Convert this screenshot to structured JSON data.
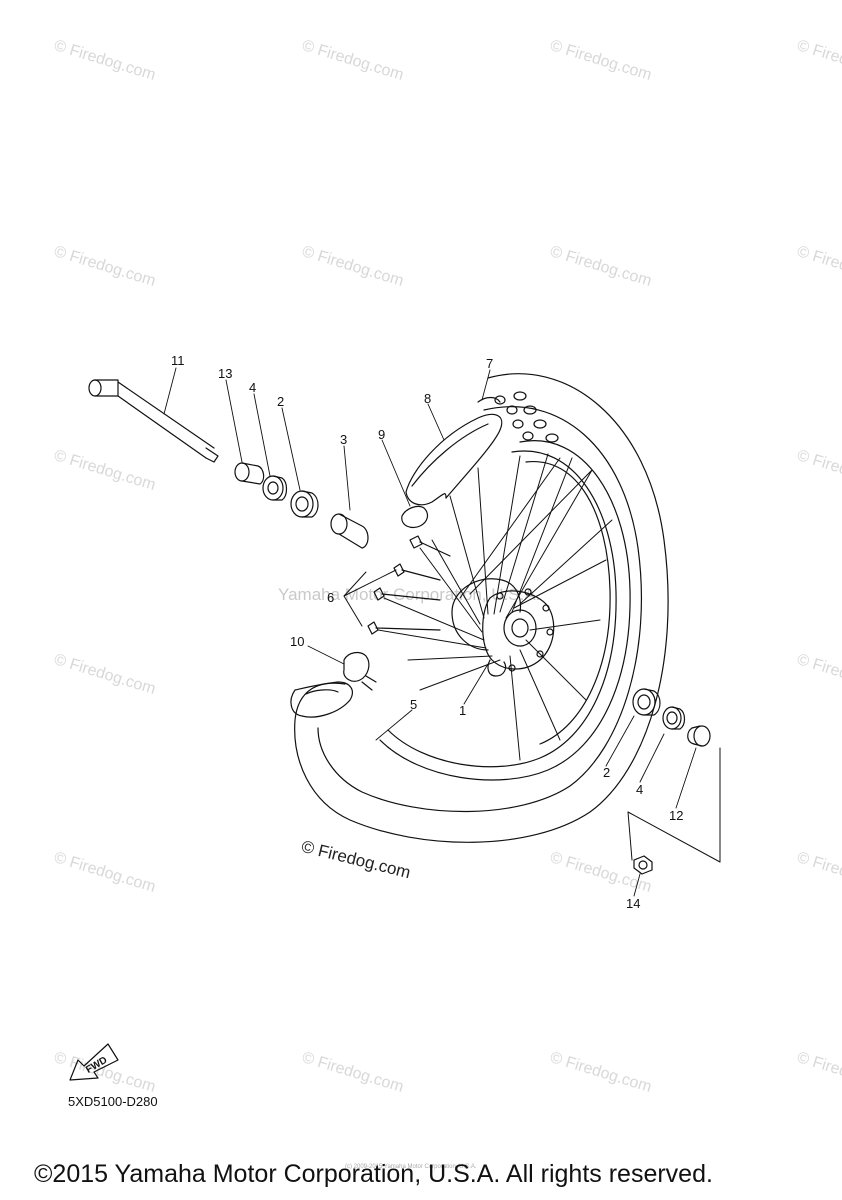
{
  "watermark": {
    "text": "© Firedog.com",
    "center_text": "Yamaha Motor Corporation, U.S.A."
  },
  "callouts": {
    "c1": "1",
    "c2a": "2",
    "c2b": "2",
    "c3": "3",
    "c4a": "4",
    "c4b": "4",
    "c5": "5",
    "c6": "6",
    "c7": "7",
    "c8": "8",
    "c9": "9",
    "c10": "10",
    "c11": "11",
    "c12": "12",
    "c13": "13",
    "c14": "14"
  },
  "fwd": "FWD",
  "firedog_main": "© Firedog.com",
  "diagram_code": "5XD5100-D280",
  "small_note": "(c) 2009-2015 Yamaha Motor Corporation, U.S.A.",
  "copyright": "©2015 Yamaha Motor Corporation, U.S.A. All rights reserved."
}
